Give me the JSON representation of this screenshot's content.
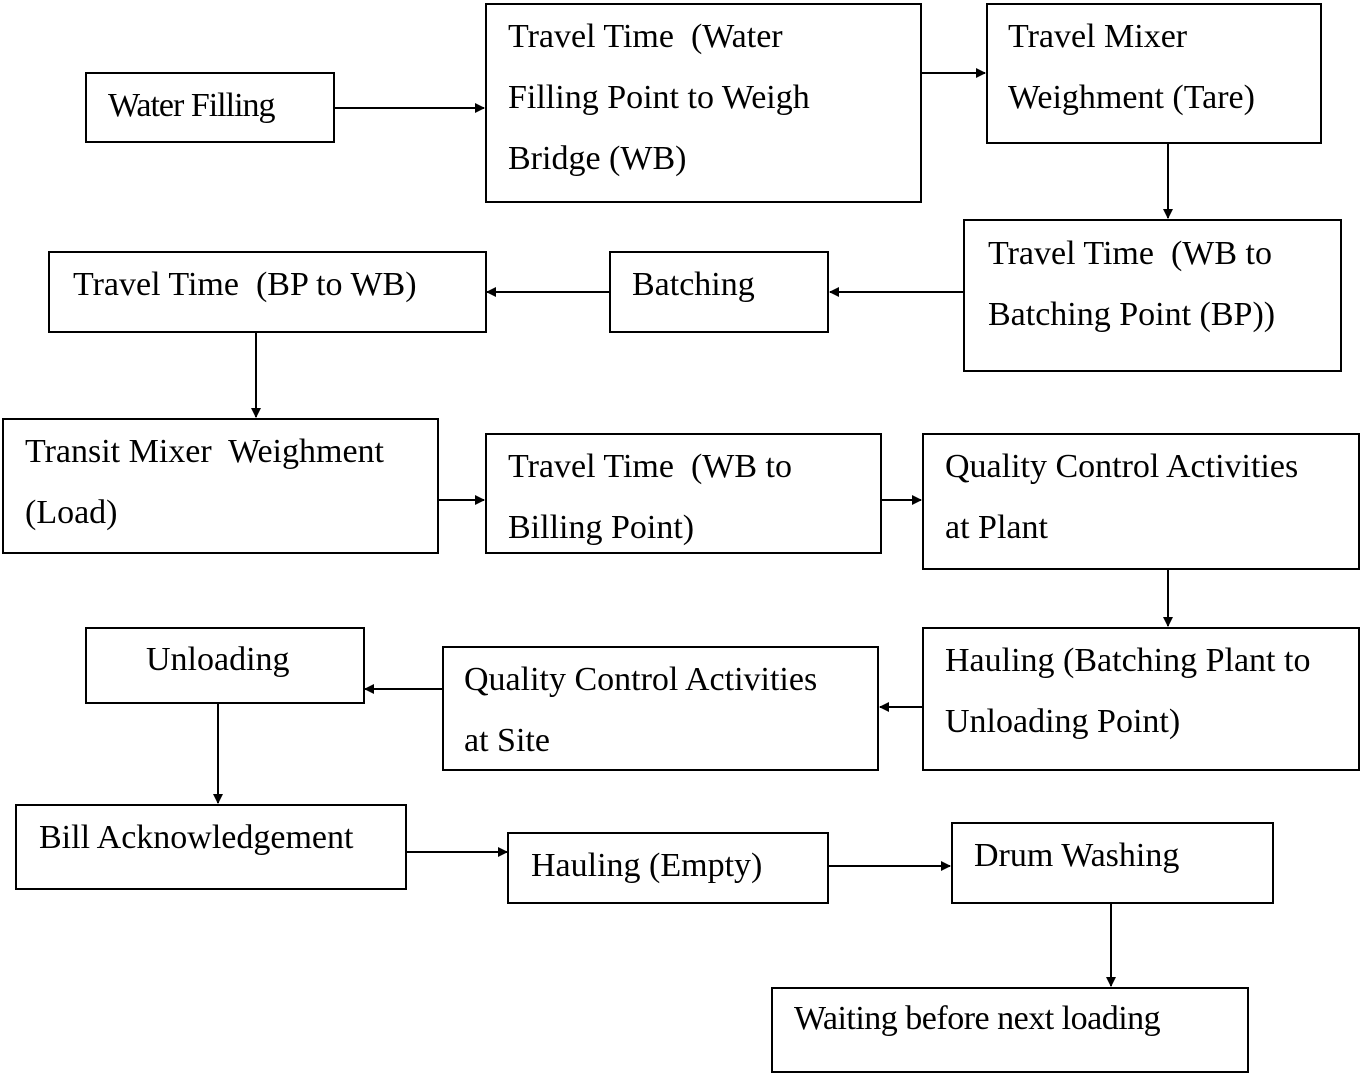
{
  "nodes": {
    "water_filling": [
      "Water Filling"
    ],
    "travel_wf_wb": [
      "Travel Time  (Water",
      "Filling Point to Weigh",
      "Bridge (WB)"
    ],
    "travel_mixer_tare": [
      "Travel Mixer",
      "Weighment (Tare)"
    ],
    "travel_wb_bp": [
      "Travel Time  (WB to",
      "Batching Point (BP))"
    ],
    "batching": [
      "Batching"
    ],
    "travel_bp_wb": [
      "Travel Time  (BP to WB)"
    ],
    "transit_mixer_load": [
      "Transit Mixer  Weighment",
      "(Load)"
    ],
    "travel_wb_billing": [
      "Travel Time  (WB to",
      "Billing Point)"
    ],
    "qc_plant": [
      "Quality Control Activities",
      "at Plant"
    ],
    "hauling_loaded": [
      "Hauling (Batching Plant to",
      "Unloading Point)"
    ],
    "qc_site": [
      "Quality Control Activities",
      "at Site"
    ],
    "unloading": [
      "Unloading"
    ],
    "bill_ack": [
      "Bill Acknowledgement"
    ],
    "hauling_empty": [
      "Hauling (Empty)"
    ],
    "drum_washing": [
      "Drum Washing"
    ],
    "waiting": [
      "Waiting before next loading"
    ]
  }
}
